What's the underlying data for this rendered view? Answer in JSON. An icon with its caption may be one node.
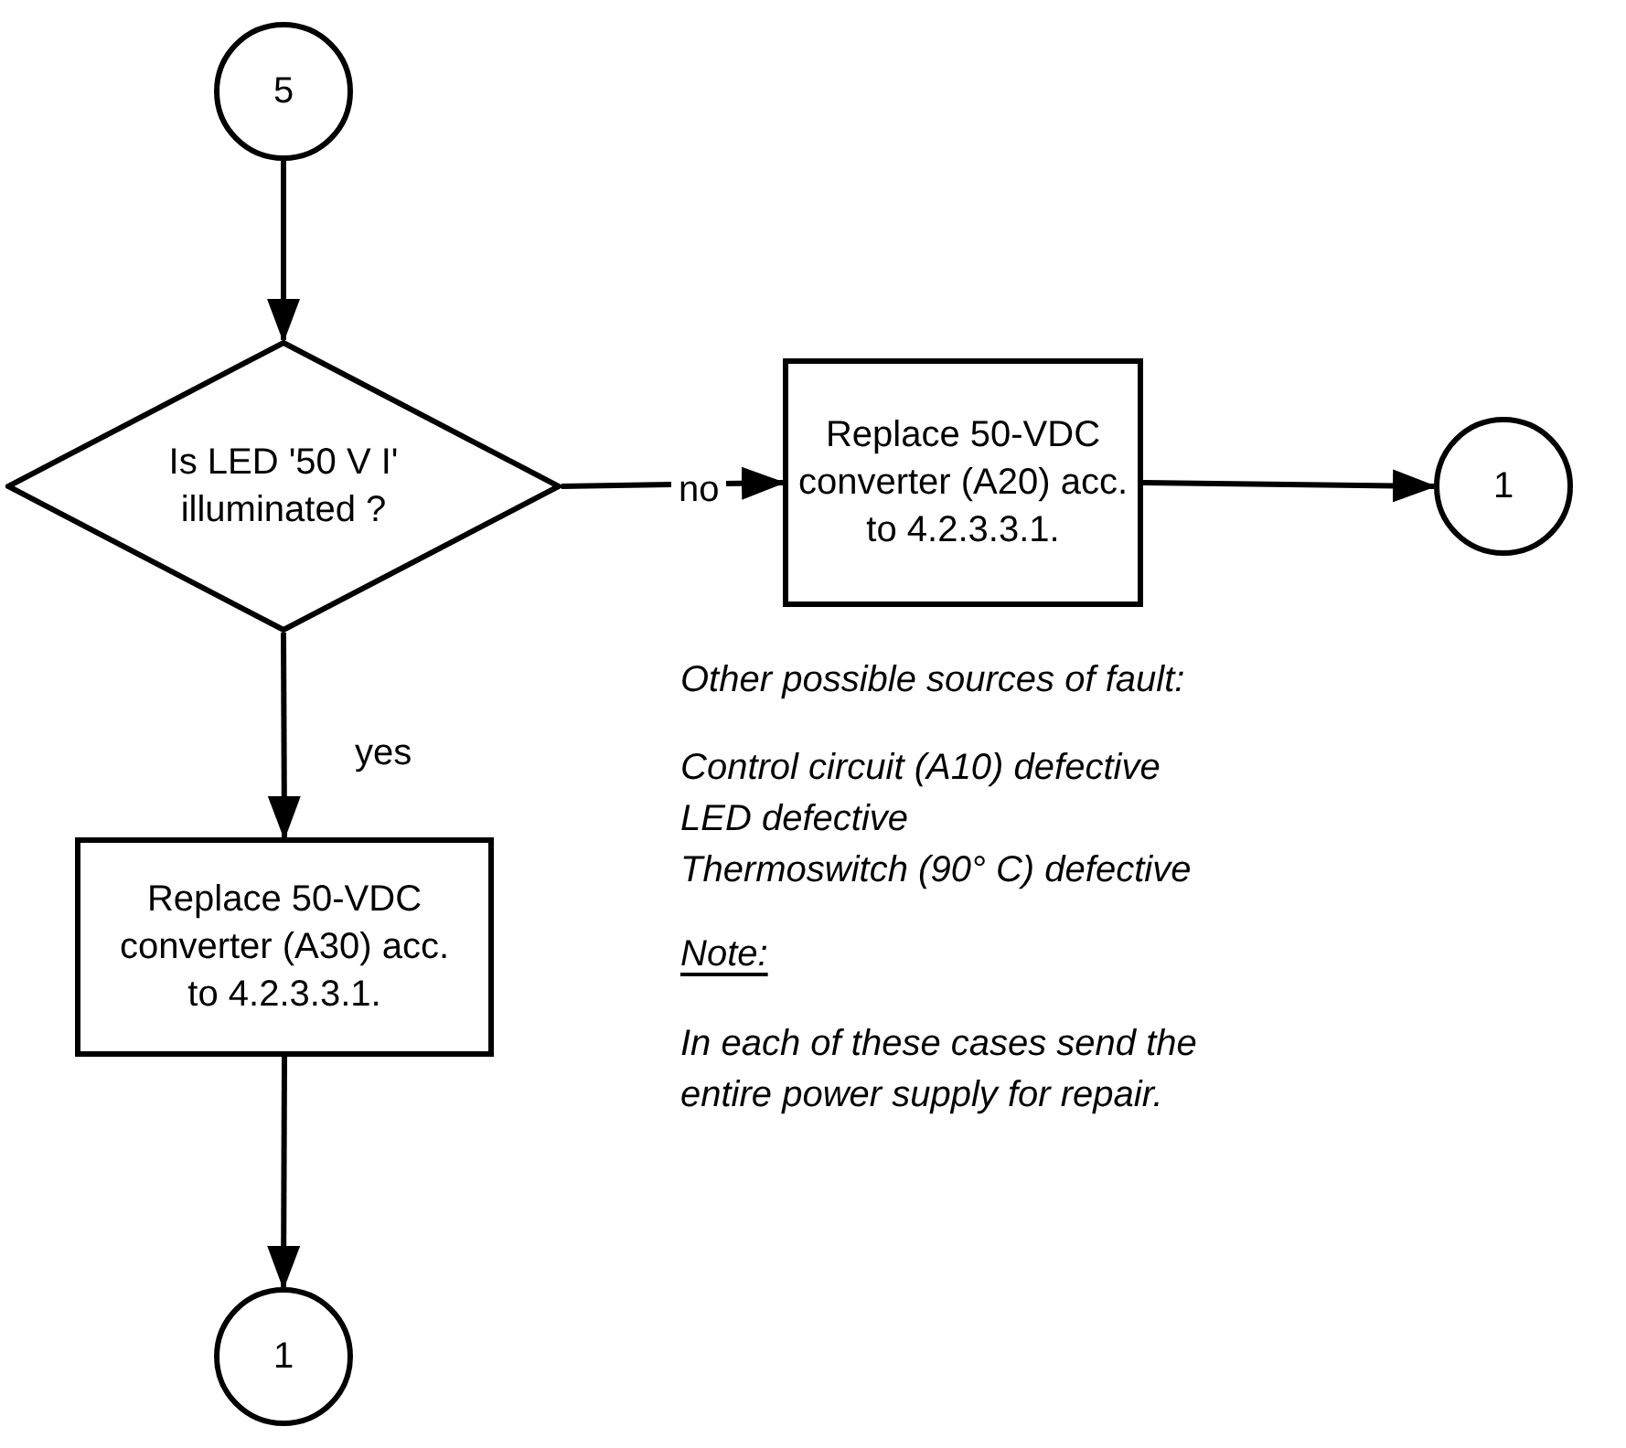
{
  "diagram": {
    "nodes": [
      {
        "text": [
          "5"
        ]
      },
      {
        "text": [
          "Is LED '50 V I' illuminated ?"
        ]
      },
      {
        "text": [
          "Replace 50-VDC converter (A20) acc. to 4.2.3.3.1."
        ]
      },
      {
        "text": [
          "1"
        ]
      },
      {
        "text": [
          "Replace 50-VDC converter (A30) acc. to 4.2.3.3.1."
        ]
      },
      {
        "text": [
          "1"
        ]
      }
    ],
    "edges": [
      {
        "from": 0,
        "to": 1,
        "arrow": "to"
      },
      {
        "from": 1,
        "to": 2,
        "arrow": "to",
        "label": "no"
      },
      {
        "from": 2,
        "to": 3,
        "arrow": "to"
      },
      {
        "from": 1,
        "to": 4,
        "arrow": "to",
        "label": "yes"
      },
      {
        "from": 4,
        "to": 5,
        "arrow": "to"
      }
    ],
    "labels": [
      "Other possible sources of fault:",
      "Control circuit (A10) defective",
      "LED defective",
      "Thermoswitch (90° C) defective",
      "Note:",
      "In each of these cases send the entire power supply for repair."
    ]
  }
}
